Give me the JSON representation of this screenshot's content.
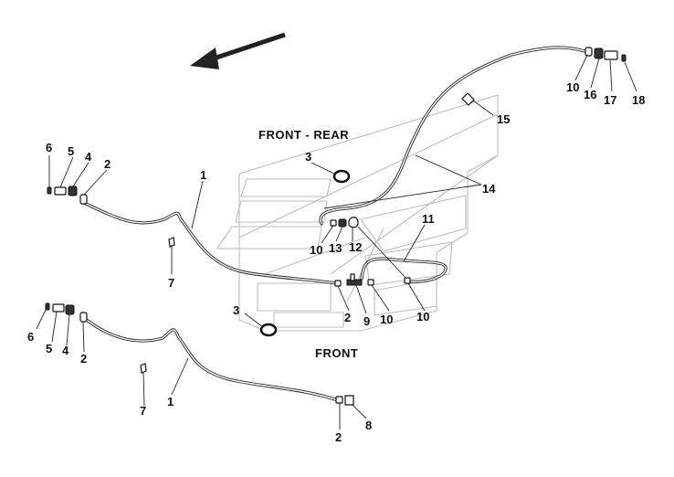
{
  "labels": {
    "front_rear": "FRONT - REAR",
    "front": "FRONT"
  },
  "callouts": {
    "top": {
      "c1": "1",
      "c2": "2",
      "c3a": "3",
      "c3b": "3",
      "c4": "4",
      "c5": "5",
      "c6": "6",
      "c7": "7",
      "c10a": "10",
      "c10b": "10",
      "c10c": "10",
      "c10d": "10",
      "c11": "11",
      "c12": "12",
      "c13": "13",
      "c14": "14",
      "c15": "15",
      "c16": "16",
      "c17": "17",
      "c18": "18",
      "c2b": "2",
      "c9": "9"
    },
    "bottom": {
      "c1": "1",
      "c2a": "2",
      "c2b": "2",
      "c4": "4",
      "c5": "5",
      "c6": "6",
      "c7": "7",
      "c8": "8"
    }
  },
  "colors": {
    "line": "#222222",
    "ghost": "#bdbdbd",
    "background": "#ffffff"
  },
  "icons": {
    "direction_arrow": "arrow-left-icon"
  }
}
